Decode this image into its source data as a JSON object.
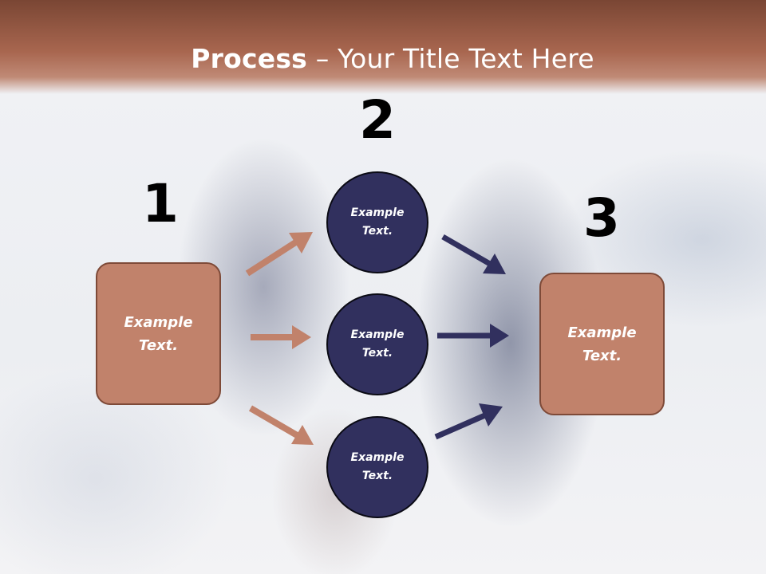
{
  "slide": {
    "title_bold": "Process",
    "title_rest": " – Your Title Text Here",
    "steps": [
      {
        "number": "1",
        "label": "Example\nText."
      },
      {
        "number": "2",
        "labels": [
          "Example\nText.",
          "Example\nText.",
          "Example\nText."
        ]
      },
      {
        "number": "3",
        "label": "Example\nText."
      }
    ]
  },
  "colors": {
    "header": "#a8664f",
    "box_fill": "#c1826b",
    "circle_fill": "#31305e",
    "arrow_left": "#c1826b",
    "arrow_right": "#31305e"
  }
}
